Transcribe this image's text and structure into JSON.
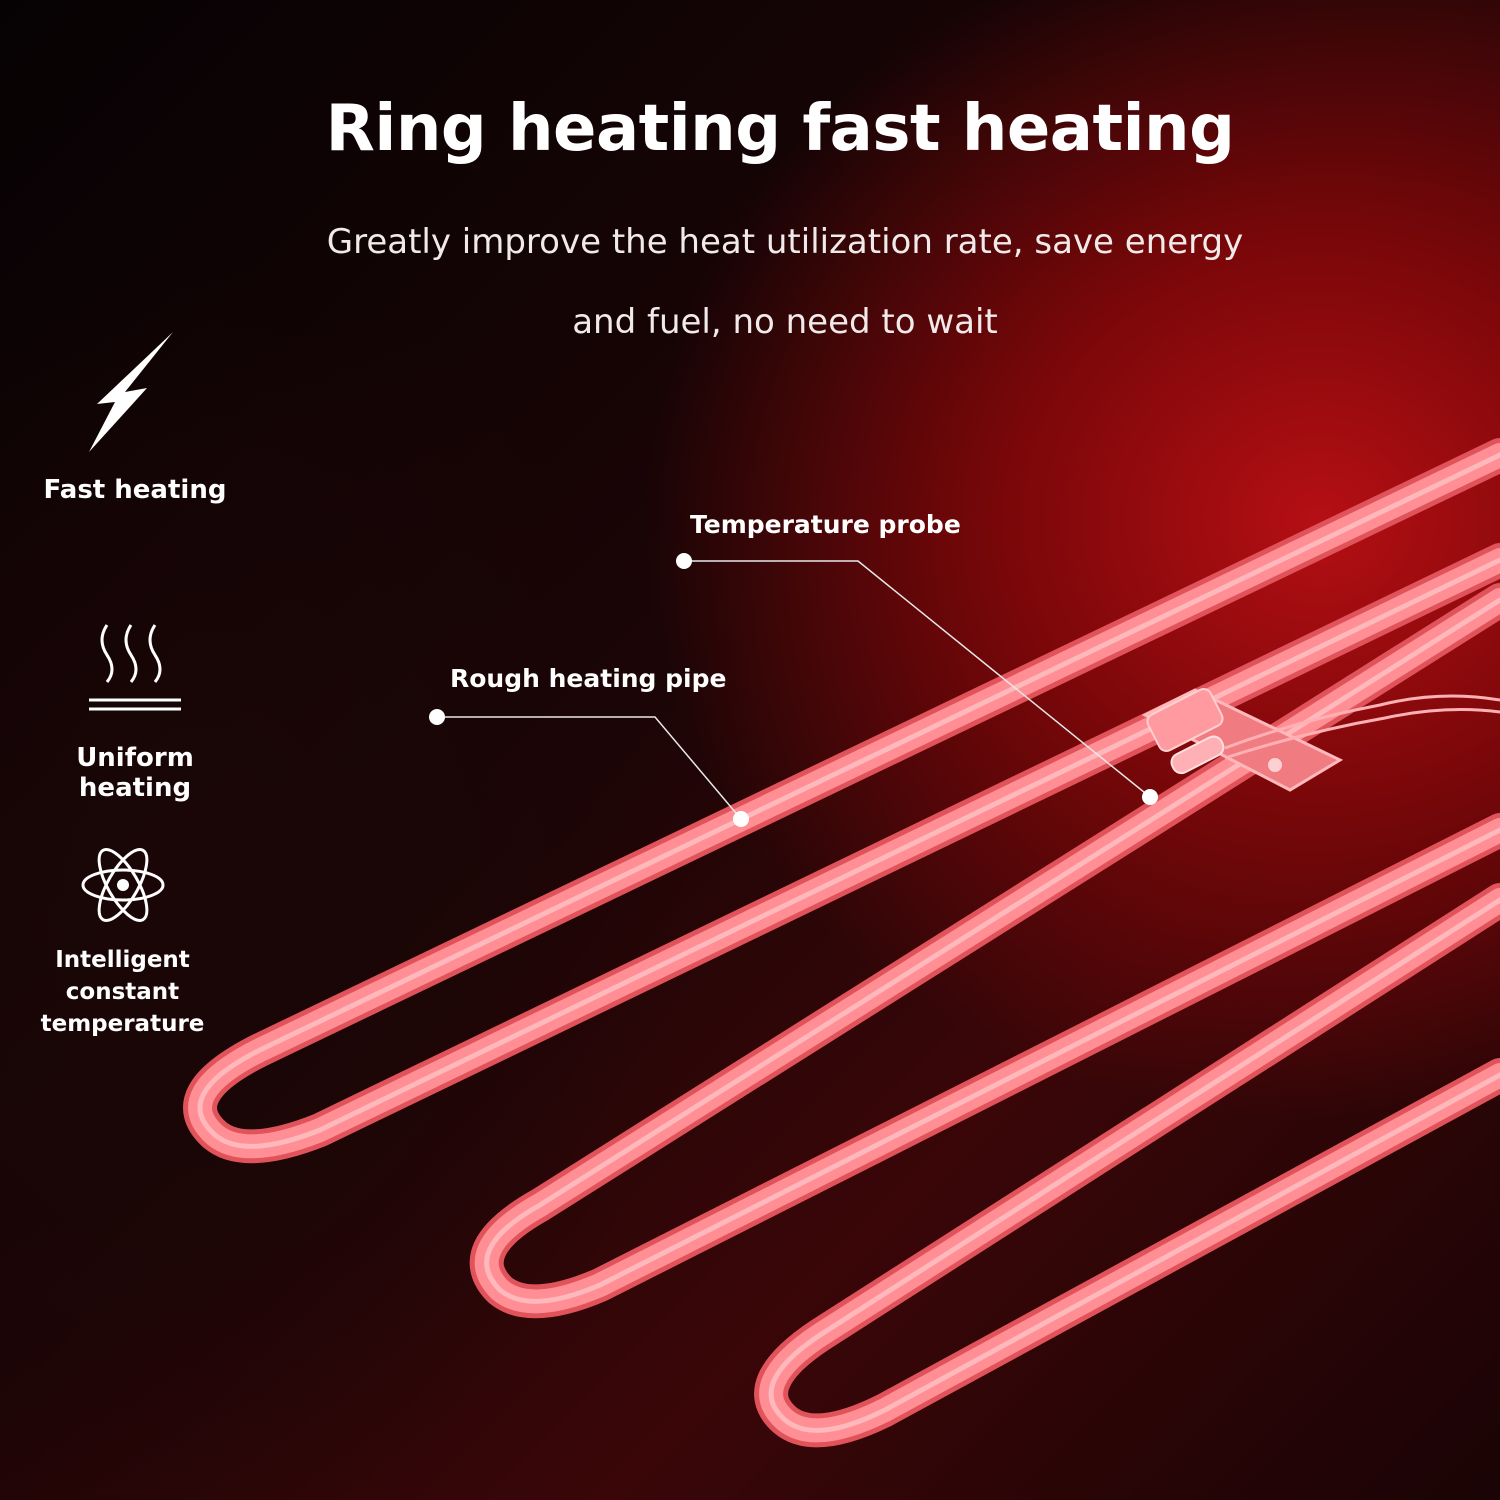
{
  "headline": "Ring heating fast heating",
  "subtitle_line1": "Greatly improve the heat utilization rate, save energy",
  "subtitle_line2": "and fuel, no need to wait",
  "features": [
    {
      "icon": "lightning-icon",
      "label": "Fast heating"
    },
    {
      "icon": "heat-waves-icon",
      "label": "Uniform heating"
    },
    {
      "icon": "atom-icon",
      "label_line1": "Intelligent constant",
      "label_line2": "temperature"
    }
  ],
  "callouts": {
    "probe": "Temperature probe",
    "pipe": "Rough heating pipe"
  },
  "colors": {
    "accent_red": "#b50f14",
    "pipe_pink": "#ff8a8f",
    "text": "#ffffff"
  }
}
